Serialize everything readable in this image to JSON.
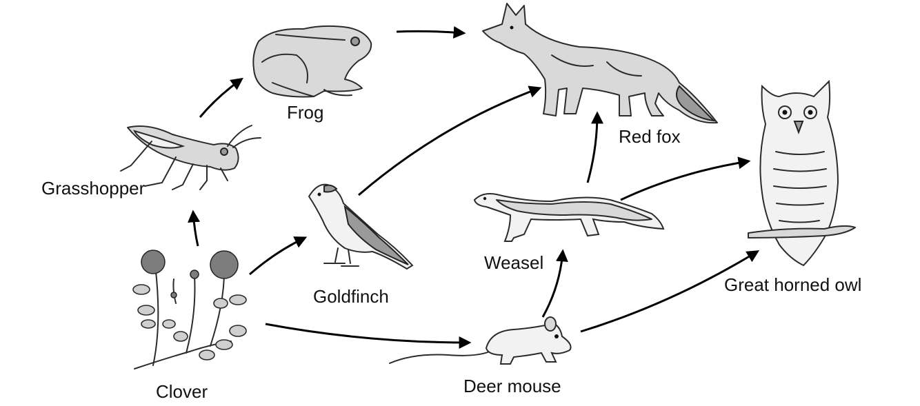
{
  "organisms": {
    "frog": "Frog",
    "red_fox": "Red fox",
    "grasshopper": "Grasshopper",
    "goldfinch": "Goldfinch",
    "weasel": "Weasel",
    "great_horned_owl": "Great horned owl",
    "clover": "Clover",
    "deer_mouse": "Deer mouse"
  },
  "arrows": [
    {
      "from": "clover",
      "to": "grasshopper"
    },
    {
      "from": "grasshopper",
      "to": "frog"
    },
    {
      "from": "frog",
      "to": "red_fox"
    },
    {
      "from": "clover",
      "to": "goldfinch"
    },
    {
      "from": "goldfinch",
      "to": "red_fox"
    },
    {
      "from": "clover",
      "to": "deer_mouse"
    },
    {
      "from": "deer_mouse",
      "to": "weasel"
    },
    {
      "from": "weasel",
      "to": "red_fox"
    },
    {
      "from": "weasel",
      "to": "great_horned_owl"
    },
    {
      "from": "deer_mouse",
      "to": "great_horned_owl"
    }
  ]
}
